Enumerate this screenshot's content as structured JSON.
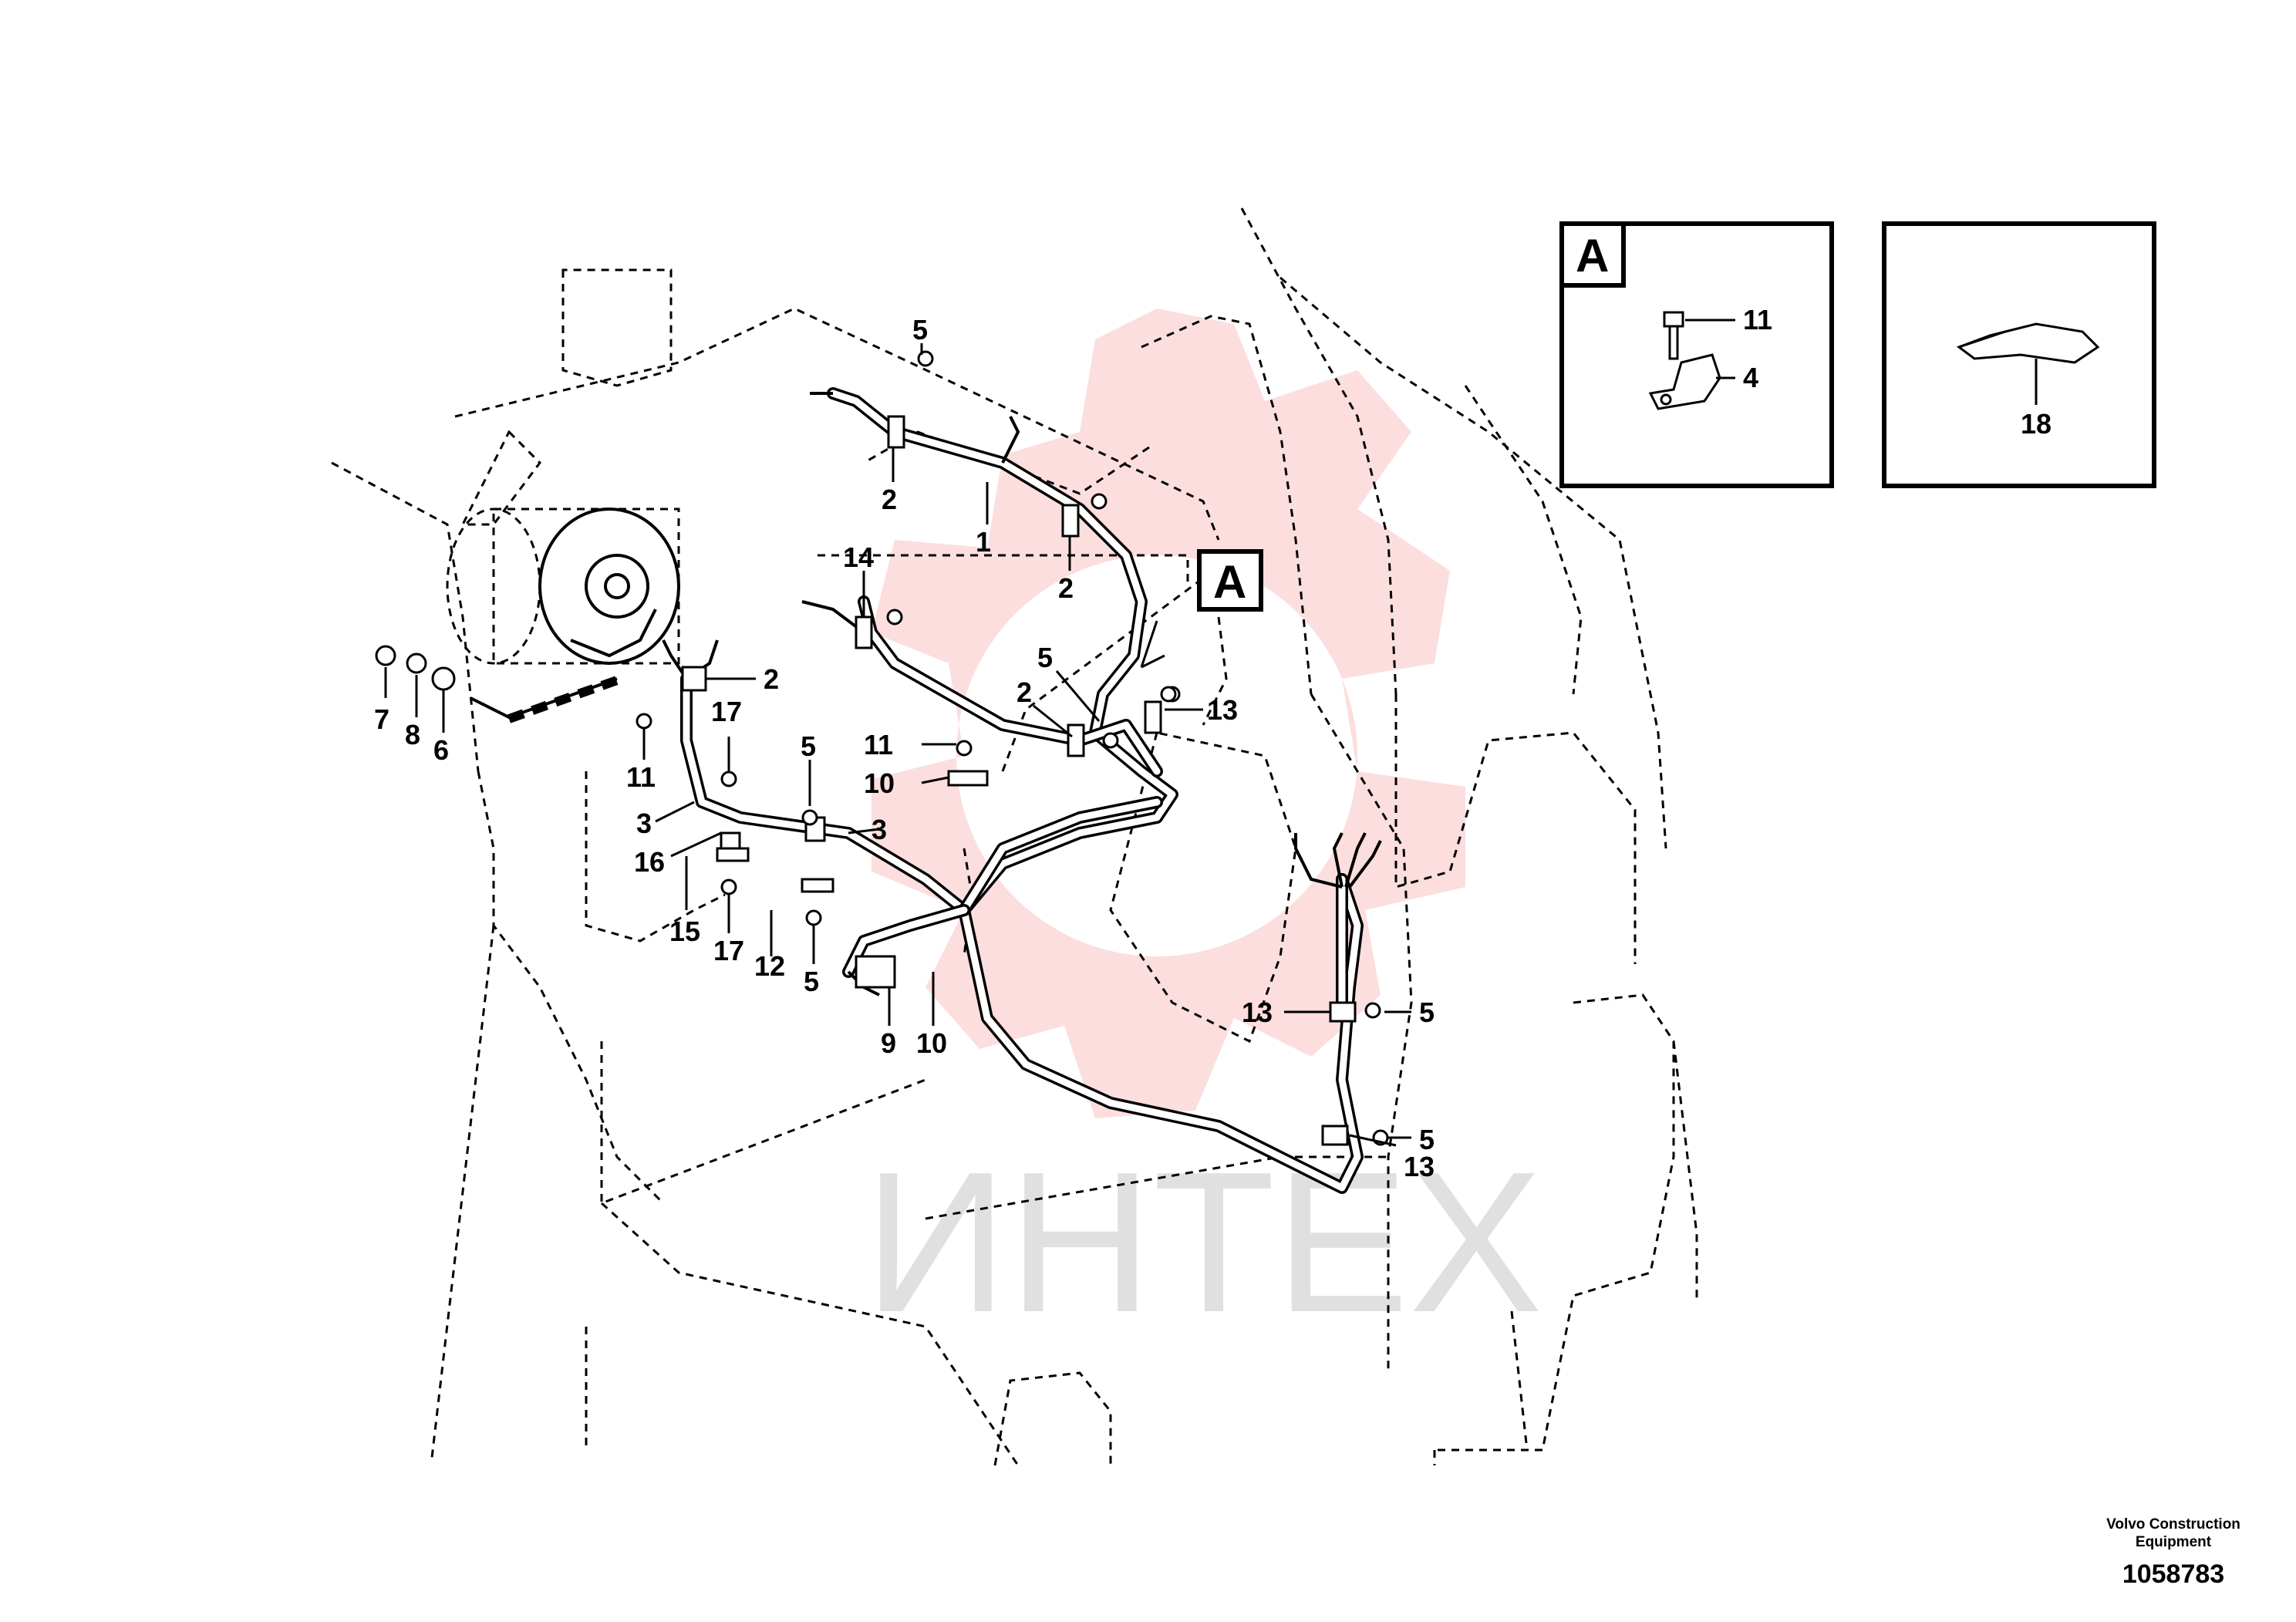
{
  "callouts": [
    {
      "id": "c-5-top",
      "text": "5"
    },
    {
      "id": "c-2-top",
      "text": "2"
    },
    {
      "id": "c-1",
      "text": "1"
    },
    {
      "id": "c-2-mid",
      "text": "2"
    },
    {
      "id": "c-14",
      "text": "14"
    },
    {
      "id": "c-5-mid",
      "text": "5"
    },
    {
      "id": "c-2-lowmid",
      "text": "2"
    },
    {
      "id": "c-13-top",
      "text": "13"
    },
    {
      "id": "c-2-left",
      "text": "2"
    },
    {
      "id": "c-7",
      "text": "7"
    },
    {
      "id": "c-8",
      "text": "8"
    },
    {
      "id": "c-6",
      "text": "6"
    },
    {
      "id": "c-11-left",
      "text": "11"
    },
    {
      "id": "c-17-top",
      "text": "17"
    },
    {
      "id": "c-11-mid",
      "text": "11"
    },
    {
      "id": "c-5-center",
      "text": "5"
    },
    {
      "id": "c-10-mid",
      "text": "10"
    },
    {
      "id": "c-3-left",
      "text": "3"
    },
    {
      "id": "c-3-right",
      "text": "3"
    },
    {
      "id": "c-16",
      "text": "16"
    },
    {
      "id": "c-15",
      "text": "15"
    },
    {
      "id": "c-17-bottom",
      "text": "17"
    },
    {
      "id": "c-12",
      "text": "12"
    },
    {
      "id": "c-5-low",
      "text": "5"
    },
    {
      "id": "c-9",
      "text": "9"
    },
    {
      "id": "c-10-low",
      "text": "10"
    },
    {
      "id": "c-13-mid",
      "text": "13"
    },
    {
      "id": "c-5-right1",
      "text": "5"
    },
    {
      "id": "c-5-right2",
      "text": "5"
    },
    {
      "id": "c-13-bottom",
      "text": "13"
    },
    {
      "id": "c-11-detail",
      "text": "11"
    },
    {
      "id": "c-4-detail",
      "text": "4"
    },
    {
      "id": "c-18-detail",
      "text": "18"
    }
  ],
  "detail_label": "A",
  "view_label": "A",
  "watermark": "ИНТЕХ",
  "footer": {
    "company_line1": "Volvo Construction",
    "company_line2": "Equipment",
    "drawing_number": "1058783"
  }
}
